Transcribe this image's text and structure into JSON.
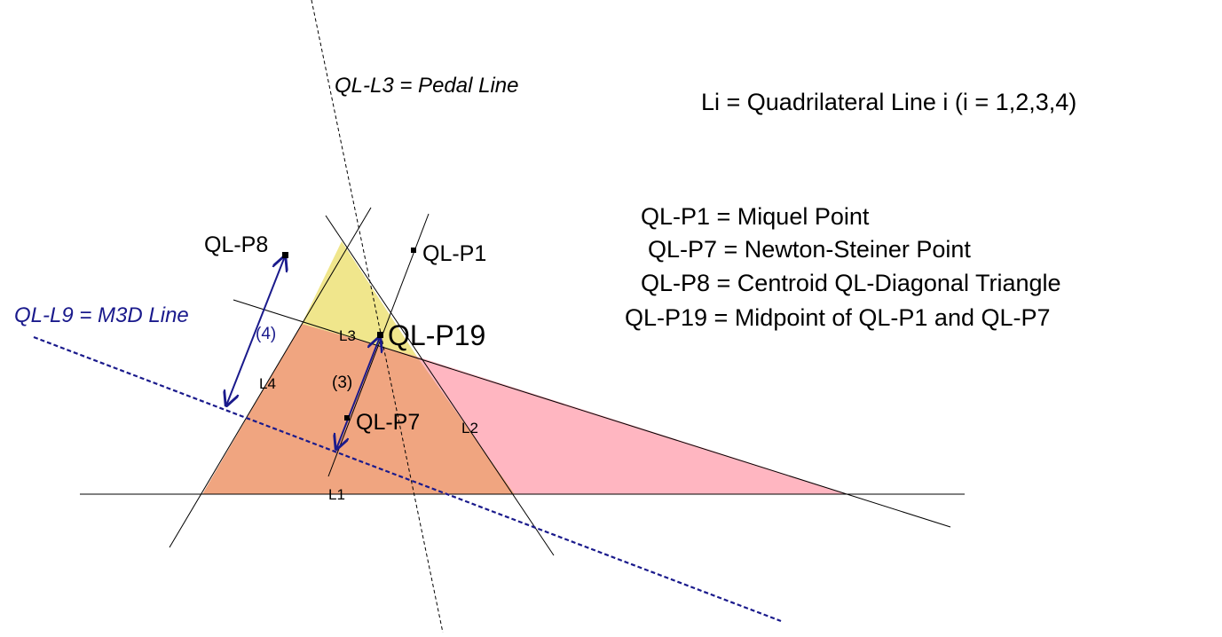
{
  "legend": {
    "li": "Li = Quadrilateral Line i (i = 1,2,3,4)",
    "p1": "QL-P1 = Miquel Point",
    "p7": "QL-P7 = Newton-Steiner Point",
    "p8": "QL-P8 = Centroid QL-Diagonal Triangle",
    "p19": "QL-P19 = Midpoint of QL-P1 and QL-P7"
  },
  "line_labels": {
    "pedal": "QL-L3 = Pedal Line",
    "m3d": "QL-L9 = M3D Line",
    "l1": "L1",
    "l2": "L2",
    "l3": "L3",
    "l4": "L4"
  },
  "point_labels": {
    "p1": "QL-P1",
    "p7": "QL-P7",
    "p8": "QL-P8",
    "p19": "QL-P19"
  },
  "distance_labels": {
    "d3": "(3)",
    "d4": "(4)"
  },
  "colors": {
    "yellow_region": "#f0e68c",
    "pink_region": "#ffb6c1",
    "salmon_region": "#f0a580",
    "blue": "#1a1a8c",
    "line": "#000000"
  }
}
